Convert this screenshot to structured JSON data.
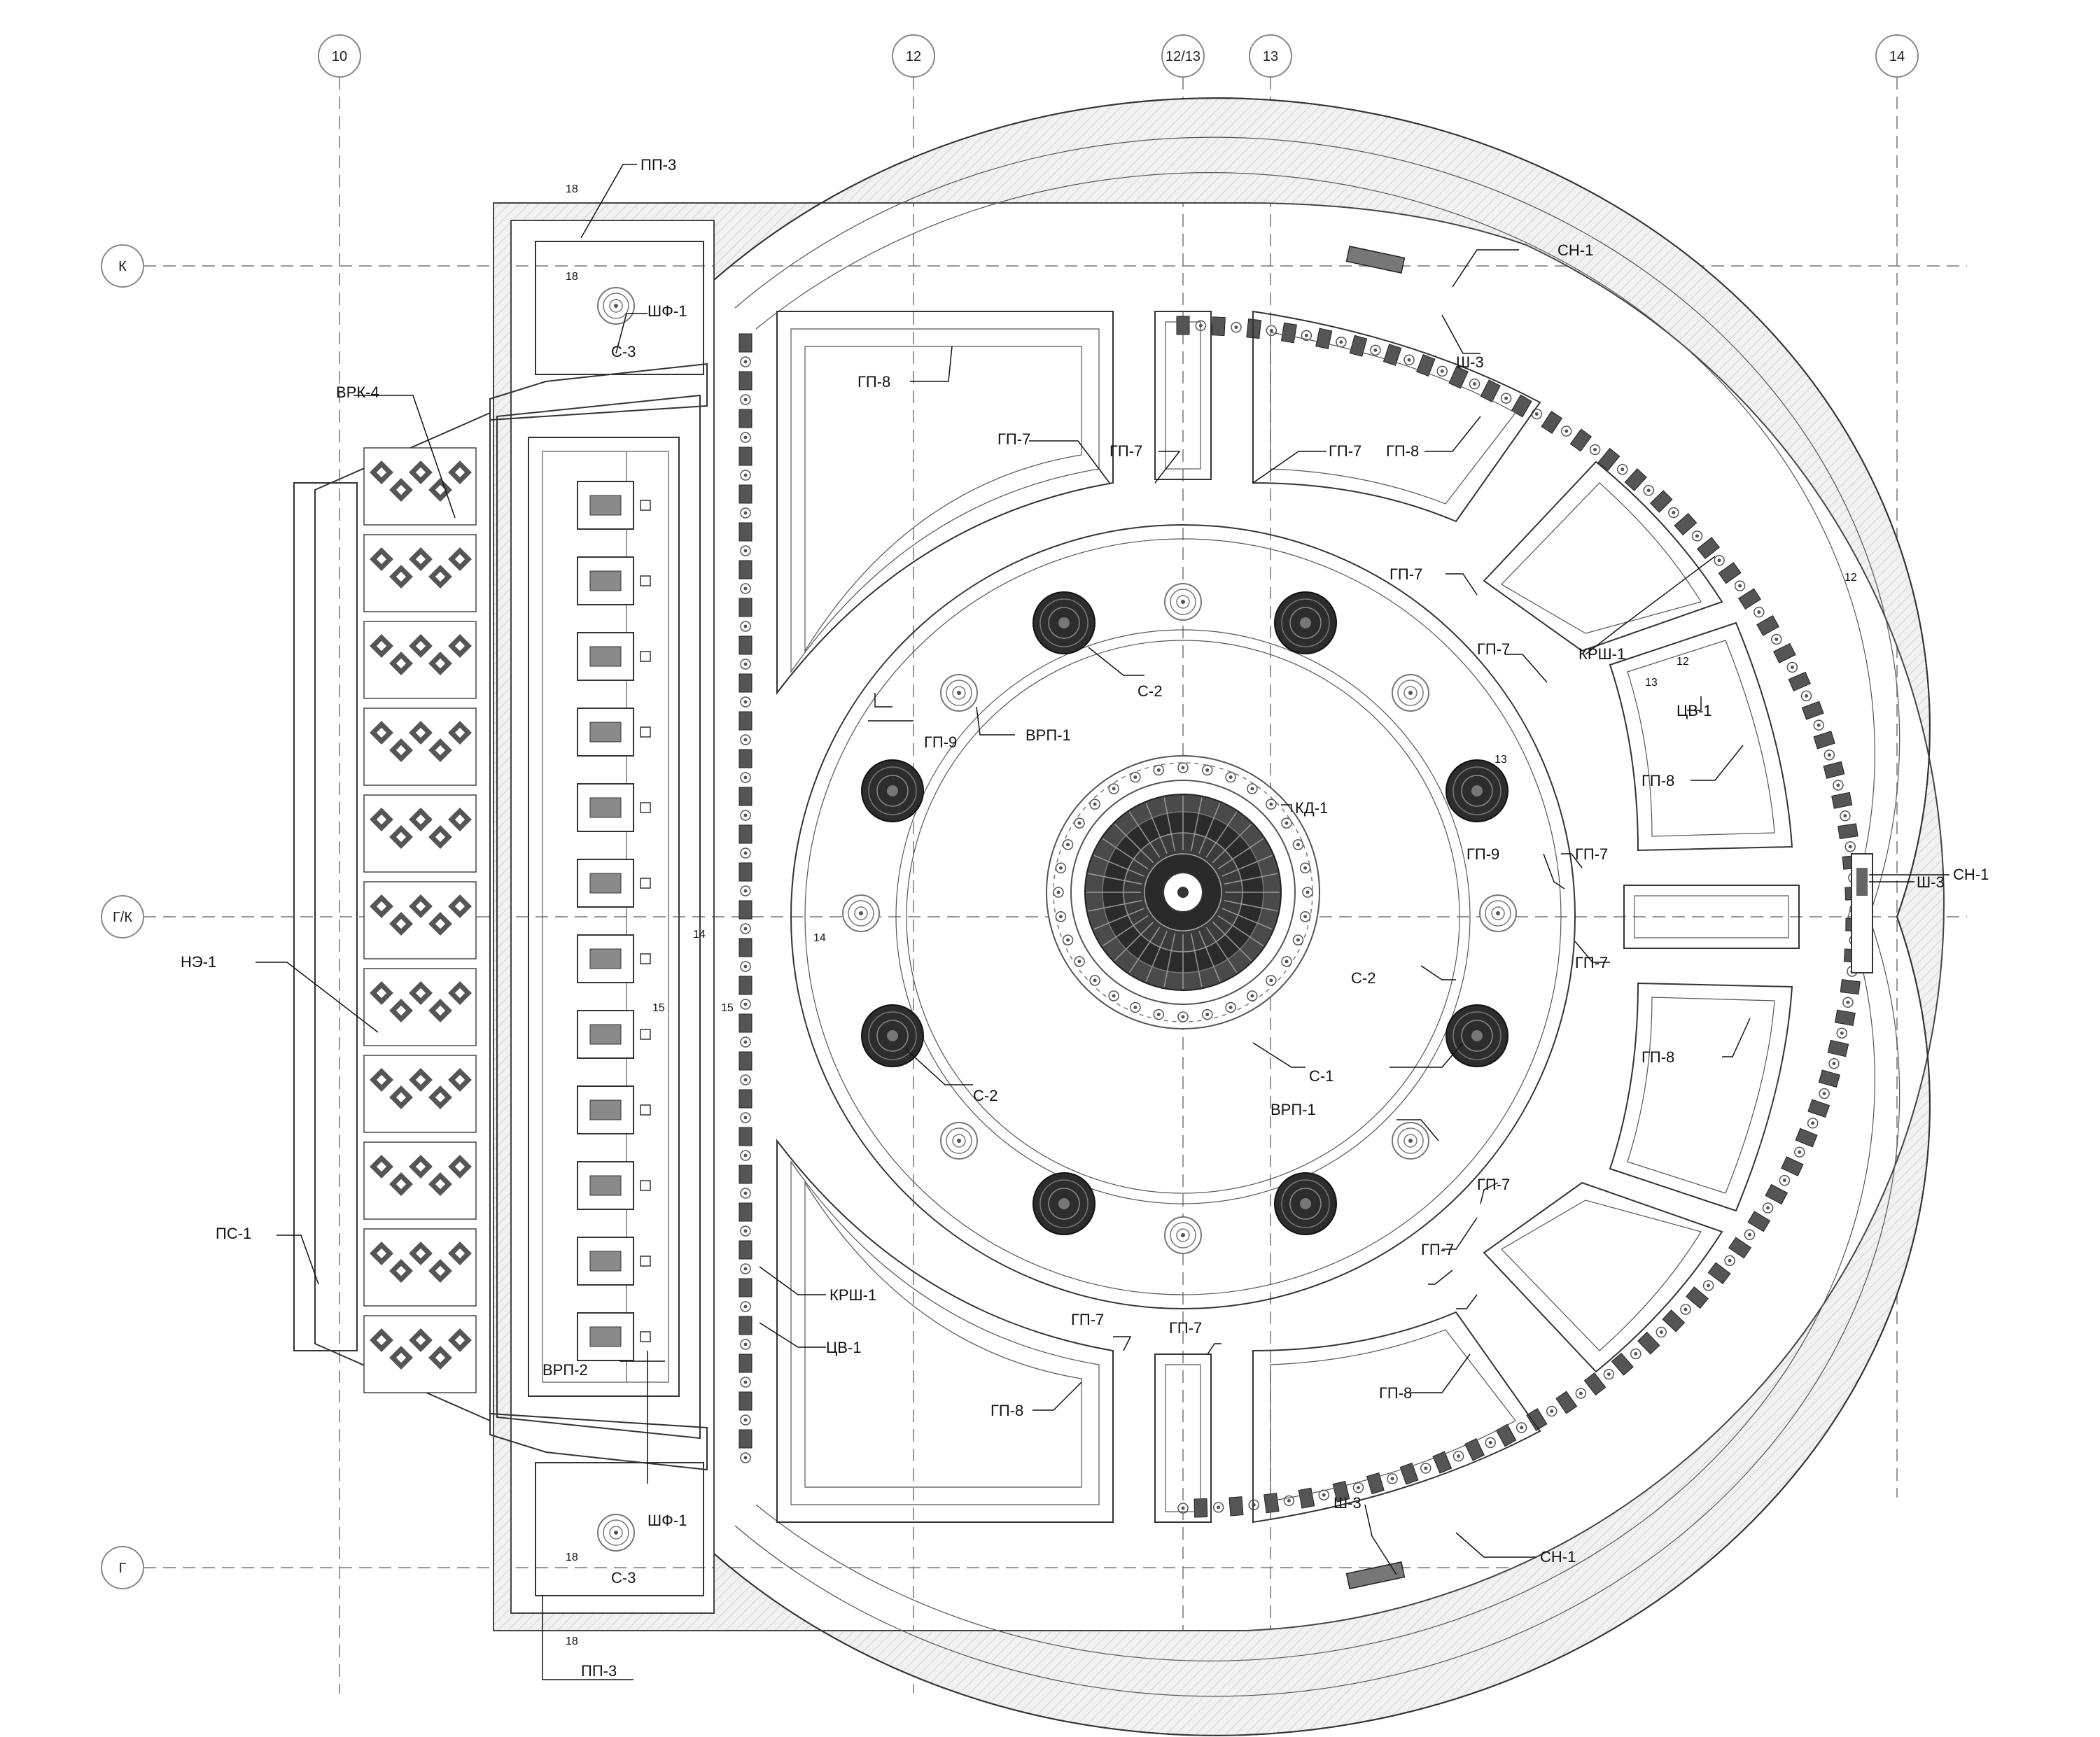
{
  "axes_vertical": [
    {
      "label": "10"
    },
    {
      "label": "12"
    },
    {
      "label": "12/13"
    },
    {
      "label": "13"
    },
    {
      "label": "14"
    }
  ],
  "axes_horizontal": [
    {
      "label": "К"
    },
    {
      "label": "Г/К"
    },
    {
      "label": "Г"
    }
  ],
  "labels": {
    "pp3_top": "ПП-3",
    "pp3_bottom": "ПП-3",
    "shf1_top": "ШФ-1",
    "shf1_bottom": "ШФ-1",
    "s3_top": "С-3",
    "s3_bottom": "С-3",
    "vrk4": "ВРК-4",
    "ne1": "НЭ-1",
    "ps1": "ПС-1",
    "vrp2": "ВРП-2",
    "krsh1_left": "КРШ-1",
    "tsv1_left": "ЦВ-1",
    "krsh1_right": "КРШ-1",
    "tsv1_right": "ЦВ-1",
    "sn1_top": "СН-1",
    "sn1_right": "СН-1",
    "sn1_bottom": "СН-1",
    "sh3_top": "Ш-3",
    "sh3_right": "Ш-3",
    "sh3_bottom": "Ш-3",
    "gp8_tl": "ГП-8",
    "gp8_tr": "ГП-8",
    "gp8_r1": "ГП-8",
    "gp8_r2": "ГП-8",
    "gp8_br": "ГП-8",
    "gp8_bl": "ГП-8",
    "gp7_a": "ГП-7",
    "gp7_b": "ГП-7",
    "gp7_c": "ГП-7",
    "gp7_d": "ГП-7",
    "gp7_e": "ГП-7",
    "gp7_f": "ГП-7",
    "gp7_g": "ГП-7",
    "gp7_h": "ГП-7",
    "gp7_i": "ГП-7",
    "gp7_j": "ГП-7",
    "gp7_k": "ГП-7",
    "gp9_left": "ГП-9",
    "gp9_right": "ГП-9",
    "s2_top": "С-2",
    "s2_right": "С-2",
    "s2_bottom": "С-2",
    "vrp1_top": "ВРП-1",
    "vrp1_bottom": "ВРП-1",
    "kd1": "КД-1",
    "s1": "С-1"
  },
  "dims": {
    "d18_a": "18",
    "d18_b": "18",
    "d18_c": "18",
    "d18_d": "18",
    "d14_a": "14",
    "d14_b": "14",
    "d15_a": "15",
    "d15_b": "15",
    "d13_a": "13",
    "d13_b": "13",
    "d12_a": "12",
    "d12_b": "12"
  }
}
